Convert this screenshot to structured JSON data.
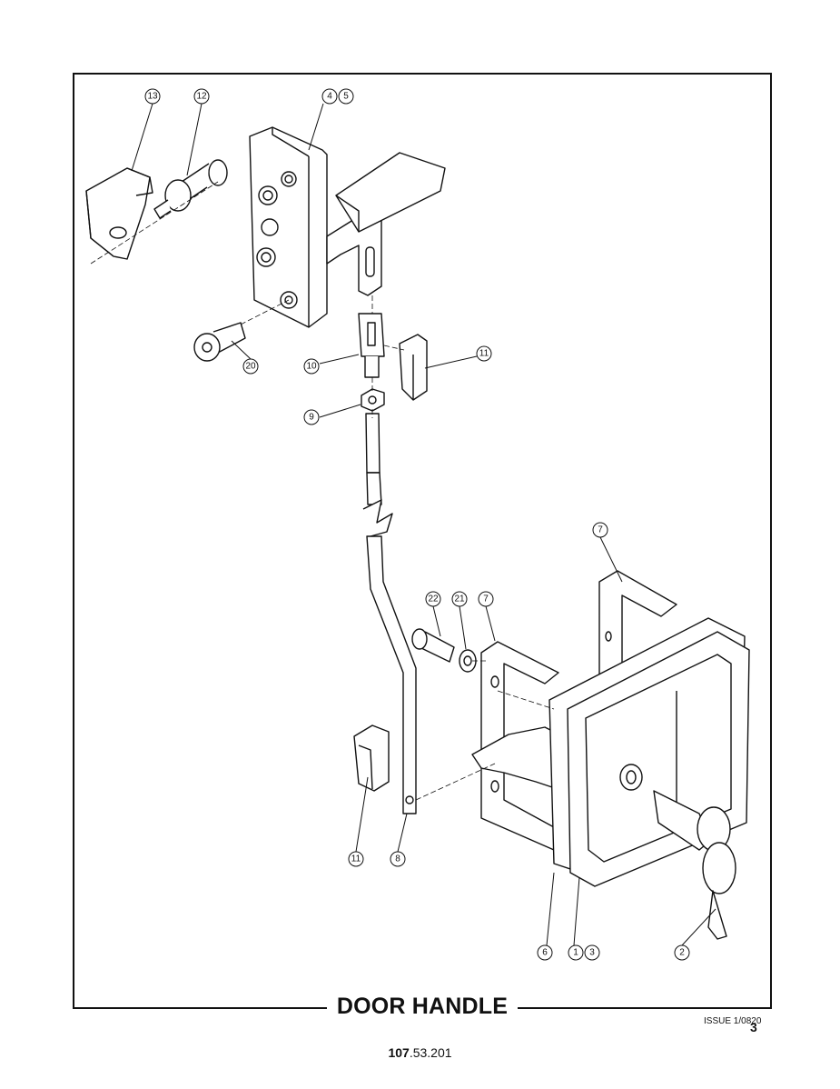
{
  "title": "DOOR HANDLE",
  "issue": "ISSUE 1/0820",
  "page_number": "3",
  "document_number": {
    "bold": "107",
    "rest": ".53.201"
  },
  "callouts": {
    "c13": "13",
    "c12": "12",
    "c4": "4",
    "c5": "5",
    "c20": "20",
    "c10": "10",
    "c11a": "11",
    "c9": "9",
    "c7a": "7",
    "c22": "22",
    "c21": "21",
    "c7b": "7",
    "c11b": "11",
    "c8": "8",
    "c6": "6",
    "c1": "1",
    "c3": "3",
    "c2": "2"
  }
}
